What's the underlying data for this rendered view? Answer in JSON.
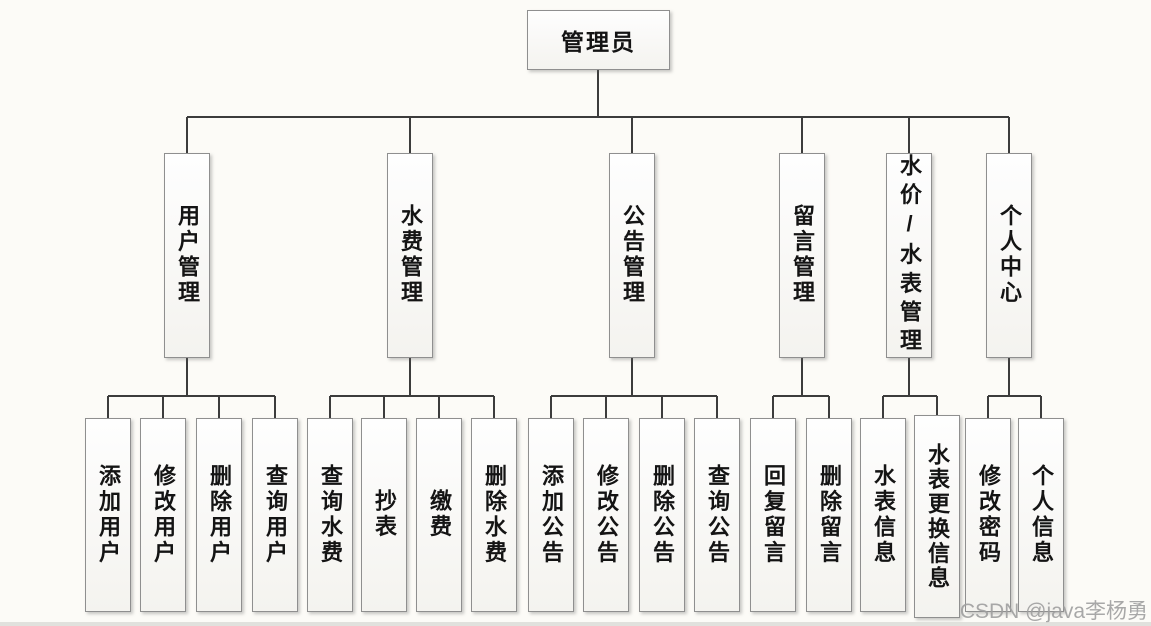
{
  "diagram": {
    "root": {
      "label": "管理员"
    },
    "branches": [
      {
        "label": "用户管理",
        "children": [
          "添加用户",
          "修改用户",
          "删除用户",
          "查询用户"
        ]
      },
      {
        "label": "水费管理",
        "children": [
          "查询水费",
          "抄表",
          "缴费",
          "删除水费"
        ]
      },
      {
        "label": "公告管理",
        "children": [
          "添加公告",
          "修改公告",
          "删除公告",
          "查询公告"
        ]
      },
      {
        "label": "留言管理",
        "children": [
          "回复留言",
          "删除留言"
        ]
      },
      {
        "label": "水价/水表管理",
        "children": [
          "水表信息",
          "水表更换信息"
        ]
      },
      {
        "label": "个人中心",
        "children": [
          "修改密码",
          "个人信息"
        ]
      }
    ]
  },
  "watermark": {
    "text": "CSDN @java李杨勇"
  },
  "colors": {
    "background": "#fcfbf7",
    "line": "#3c3c3c",
    "box_border": "#8f8f8f",
    "box_fill": "#f8f7f3",
    "text": "#141414",
    "watermark": "#9e9e9e"
  }
}
